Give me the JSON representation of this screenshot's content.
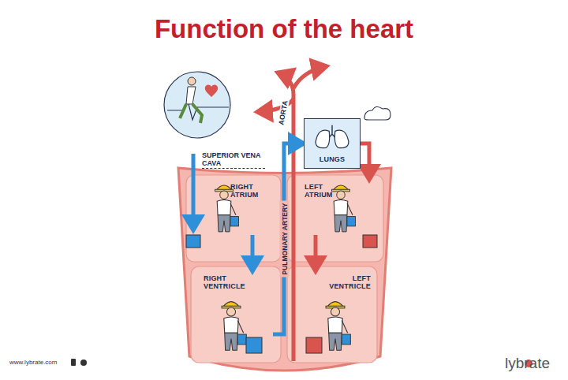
{
  "diagram": {
    "title": "Function of the heart",
    "nodes": [
      {
        "text": [
          "LUNGS"
        ]
      },
      {
        "text": [
          "RIGHT ATRIUM"
        ]
      },
      {
        "text": [
          "LEFT ATRIUM"
        ]
      },
      {
        "text": [
          "RIGHT VENTRICLE"
        ]
      },
      {
        "text": [
          "LEFT VENTRICLE"
        ]
      }
    ],
    "edges": [
      {
        "from": 1,
        "to": 3,
        "arrow": "to"
      },
      {
        "from": 3,
        "to": 0,
        "label": "PULMONARY ARTERY",
        "arrow": "to"
      },
      {
        "from": 0,
        "to": 2,
        "arrow": "to"
      },
      {
        "from": 2,
        "to": 4,
        "arrow": "to"
      }
    ],
    "labels": [
      "SUPERIOR VENA CAVA",
      "AORTA",
      "www.lybrate.com",
      "lybrate"
    ]
  }
}
